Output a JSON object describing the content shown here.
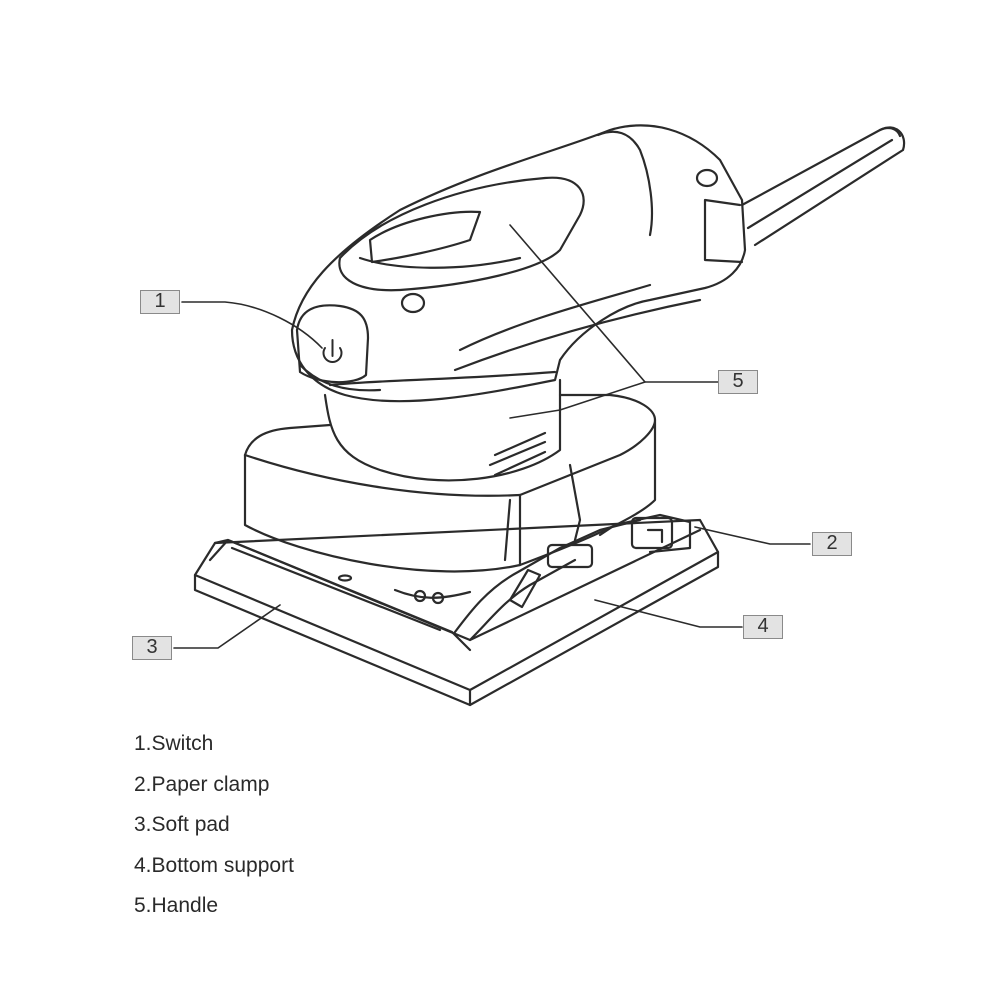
{
  "callouts": [
    {
      "number": "1",
      "part": "switch"
    },
    {
      "number": "2",
      "part": "paper-clamp"
    },
    {
      "number": "3",
      "part": "soft-pad"
    },
    {
      "number": "4",
      "part": "bottom-support"
    },
    {
      "number": "5",
      "part": "handle"
    }
  ],
  "legend": [
    "1.Switch",
    "2.Paper clamp",
    "3.Soft pad",
    "4.Bottom support",
    "5.Handle"
  ],
  "icons": {
    "switch_symbol": "power-icon"
  }
}
